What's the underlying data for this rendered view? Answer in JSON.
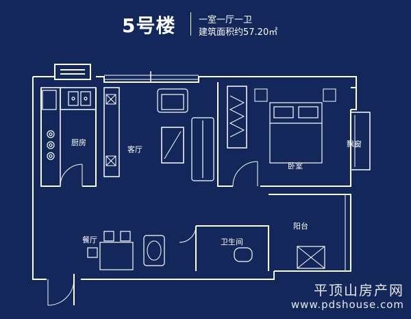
{
  "header": {
    "building": "5号楼",
    "layout": "一室一厅一卫",
    "area": "建筑面积约57.20㎡"
  },
  "rooms": {
    "kitchen": "厨房",
    "living": "客厅",
    "bedroom": "卧室",
    "bay_window": "飘窗",
    "balcony": "阳台",
    "dining": "餐厅",
    "bathroom": "卫生间"
  },
  "watermark": {
    "site_name": "平顶山房产网",
    "url": "www.pdshouse.com"
  },
  "colors": {
    "background": "#13275b",
    "lines": "#ffffff"
  }
}
